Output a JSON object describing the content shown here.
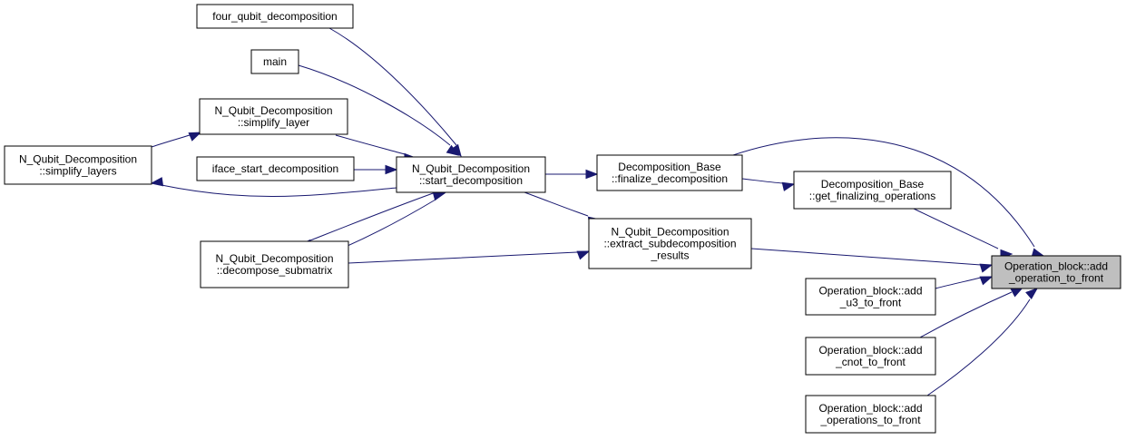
{
  "colors": {
    "edge": "#191970",
    "highlight_fill": "#bfbfbf",
    "node_border": "#000000"
  },
  "nodes": {
    "four_qubit_decomposition": [
      "four_qubit_decomposition"
    ],
    "main": [
      "main"
    ],
    "simplify_layer": [
      "N_Qubit_Decomposition",
      "::simplify_layer"
    ],
    "simplify_layers": [
      "N_Qubit_Decomposition",
      "::simplify_layers"
    ],
    "iface_start_decomposition": [
      "iface_start_decomposition"
    ],
    "start_decomposition": [
      "N_Qubit_Decomposition",
      "::start_decomposition"
    ],
    "decompose_submatrix": [
      "N_Qubit_Decomposition",
      "::decompose_submatrix"
    ],
    "finalize_decomposition": [
      "Decomposition_Base",
      "::finalize_decomposition"
    ],
    "get_finalizing_operations": [
      "Decomposition_Base",
      "::get_finalizing_operations"
    ],
    "extract_subdecomposition_results": [
      "N_Qubit_Decomposition",
      "::extract_subdecomposition",
      "_results"
    ],
    "add_operation_to_front": [
      "Operation_block::add",
      "_operation_to_front"
    ],
    "add_u3_to_front": [
      "Operation_block::add",
      "_u3_to_front"
    ],
    "add_cnot_to_front": [
      "Operation_block::add",
      "_cnot_to_front"
    ],
    "add_operations_to_front": [
      "Operation_block::add",
      "_operations_to_front"
    ]
  },
  "edges": [
    [
      "four_qubit_decomposition",
      "start_decomposition"
    ],
    [
      "main",
      "start_decomposition"
    ],
    [
      "simplify_layer",
      "start_decomposition"
    ],
    [
      "simplify_layers",
      "simplify_layer"
    ],
    [
      "iface_start_decomposition",
      "start_decomposition"
    ],
    [
      "start_decomposition",
      "simplify_layers"
    ],
    [
      "decompose_submatrix",
      "start_decomposition"
    ],
    [
      "start_decomposition",
      "decompose_submatrix"
    ],
    [
      "start_decomposition",
      "finalize_decomposition"
    ],
    [
      "start_decomposition",
      "extract_subdecomposition_results"
    ],
    [
      "decompose_submatrix",
      "extract_subdecomposition_results"
    ],
    [
      "finalize_decomposition",
      "get_finalizing_operations"
    ],
    [
      "finalize_decomposition",
      "add_operation_to_front"
    ],
    [
      "get_finalizing_operations",
      "add_operation_to_front"
    ],
    [
      "extract_subdecomposition_results",
      "add_operation_to_front"
    ],
    [
      "add_u3_to_front",
      "add_operation_to_front"
    ],
    [
      "add_cnot_to_front",
      "add_operation_to_front"
    ],
    [
      "add_operations_to_front",
      "add_operation_to_front"
    ]
  ]
}
